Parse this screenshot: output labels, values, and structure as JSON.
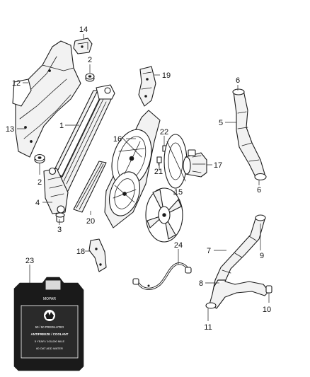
{
  "diagram": {
    "callouts": [
      {
        "id": "c1",
        "text": "1"
      },
      {
        "id": "c2a",
        "text": "2"
      },
      {
        "id": "c2b",
        "text": "2"
      },
      {
        "id": "c3",
        "text": "3"
      },
      {
        "id": "c4",
        "text": "4"
      },
      {
        "id": "c5",
        "text": "5"
      },
      {
        "id": "c6a",
        "text": "6"
      },
      {
        "id": "c6b",
        "text": "6"
      },
      {
        "id": "c7",
        "text": "7"
      },
      {
        "id": "c8",
        "text": "8"
      },
      {
        "id": "c9",
        "text": "9"
      },
      {
        "id": "c10",
        "text": "10"
      },
      {
        "id": "c11",
        "text": "11"
      },
      {
        "id": "c12",
        "text": "12"
      },
      {
        "id": "c13",
        "text": "13"
      },
      {
        "id": "c14",
        "text": "14"
      },
      {
        "id": "c15",
        "text": "15"
      },
      {
        "id": "c16",
        "text": "16"
      },
      {
        "id": "c17",
        "text": "17"
      },
      {
        "id": "c18",
        "text": "18"
      },
      {
        "id": "c19",
        "text": "19"
      },
      {
        "id": "c20",
        "text": "20"
      },
      {
        "id": "c21",
        "text": "21"
      },
      {
        "id": "c22",
        "text": "22"
      },
      {
        "id": "c23",
        "text": "23"
      },
      {
        "id": "c24",
        "text": "24"
      }
    ],
    "jug_label": {
      "brand": "MOPAR",
      "line1": "50 / 50 PREDILUTED",
      "line2": "ANTIFREEZE / COOLANT",
      "line3": "5 YEAR / 100,000 MILE",
      "line4": "60 OAT ADD WATER"
    }
  }
}
